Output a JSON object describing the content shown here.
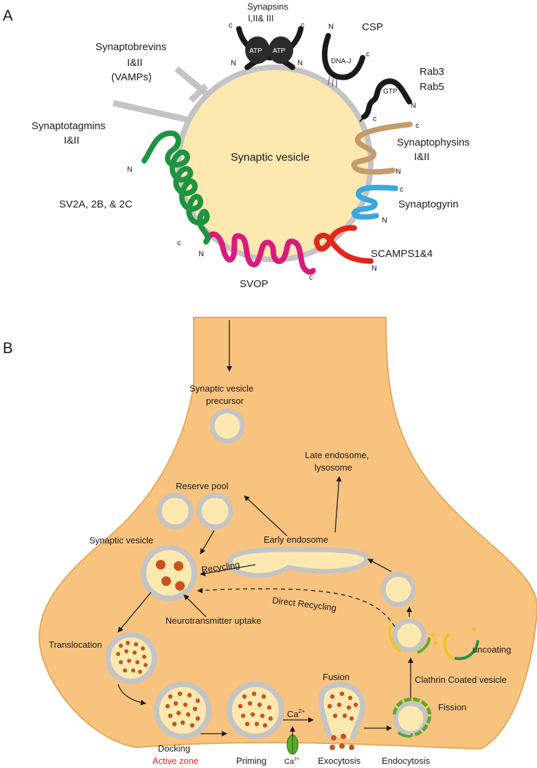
{
  "panel_a": {
    "letter": "A",
    "vesicle_label": "Synaptic vesicle",
    "proteins": {
      "synapsins": "Synapsins",
      "synapsins_sub": "I,II& III",
      "atp": "ATP",
      "csp": "CSP",
      "dnaj": "DNA-J",
      "rab3": "Rab3",
      "rab5": "Rab5",
      "gtp": "GTP",
      "synaptobrevins_1": "Synaptobrevins",
      "synaptobrevins_2": "I&II",
      "synaptobrevins_3": "(VAMPs)",
      "synaptotagmins_1": "Synaptotagmins",
      "synaptotagmins_2": "I&II",
      "synaptophysins_1": "Synaptophysins",
      "synaptophysins_2": "I&II",
      "synaptogyrin": "Synaptogyrin",
      "scamps": "SCAMPS1&4",
      "svop": "SVOP",
      "sv2": "SV2A, 2B, & 2C"
    },
    "termini": {
      "n": "N",
      "c": "c"
    }
  },
  "panel_b": {
    "letter": "B",
    "labels": {
      "precursor_1": "Synaptic vesicle",
      "precursor_2": "precursor",
      "late_endo_1": "Late endosome,",
      "late_endo_2": "lysosome",
      "reserve_pool": "Reserve pool",
      "synaptic_vesicle": "Synaptic vesicle",
      "early_endosome": "Early endosome",
      "recycling": "Recycling",
      "direct_recycling": "Direct Recycling",
      "nt_uptake": "Neurotransmitter uptake",
      "translocation": "Translocation",
      "uncoating": "uncoating",
      "clathrin": "Clathrin Coated vesicle",
      "fusion": "Fusion",
      "fission": "Fission",
      "docking": "Docking",
      "active_zone": "Active zone",
      "priming": "Priming",
      "ca": "Ca",
      "ca_sup": "2+",
      "exocytosis": "Exocytosis",
      "endocytosis": "Endocytosis"
    }
  },
  "colors": {
    "terminal": "#f8c27f",
    "vesicle_fill": "#fde8b0",
    "membrane": "#c4c4c4",
    "dot": "#c8531c",
    "active_zone": "#e3271c",
    "synaptophysin": "#c49b6b",
    "synaptogyrin": "#3aa8de",
    "scamps": "#e3271c",
    "svop": "#d81b7c",
    "sv2": "#1e9442",
    "clathrin_green": "#5aaa2b",
    "clathrin_yellow": "#f4c21c"
  }
}
